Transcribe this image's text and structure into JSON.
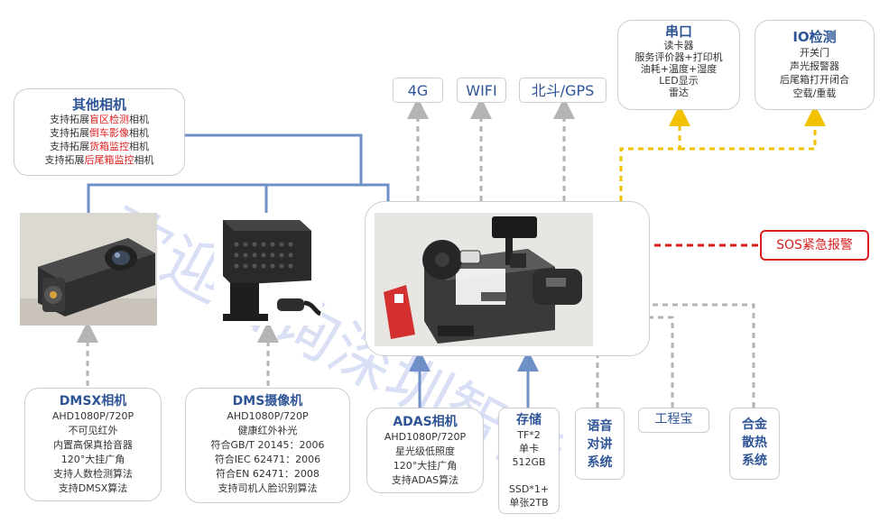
{
  "other_cameras": {
    "title": "其他相机",
    "lines": [
      {
        "pre": "支持拓展",
        "hl": "盲区检测",
        "post": "相机"
      },
      {
        "pre": "支持拓展",
        "hl": "倒车影像",
        "post": "相机"
      },
      {
        "pre": "支持拓展",
        "hl": "货箱监控",
        "post": "相机"
      },
      {
        "pre": "支持拓展",
        "hl": "后尾箱监控",
        "post": "相机"
      }
    ]
  },
  "top_boxes": {
    "g4": "4G",
    "wifi": "WIFI",
    "gps": "北斗/GPS"
  },
  "serial": {
    "title": "串口",
    "lines": [
      "读卡器",
      "服务评价器+打印机",
      "油耗+温度+湿度",
      "LED显示",
      "雷达"
    ]
  },
  "io": {
    "title": "IO检测",
    "lines": [
      "开关门",
      "声光报警器",
      "后尾箱打开闭合",
      "空载/重载"
    ]
  },
  "sos": "SOS紧急报警",
  "dmsx": {
    "title": "DMSX相机",
    "lines": [
      "AHD1080P/720P",
      "不可见红外",
      "内置高保真拾音器",
      "120°大挂广角",
      "支持人数检测算法",
      "支持DMSX算法"
    ]
  },
  "dms": {
    "title": "DMS摄像机",
    "lines": [
      "AHD1080P/720P",
      "健康红外补光",
      "符合GB/T 20145：2006",
      "符合IEC 62471：2006",
      "符合EN 62471：2008",
      "支持司机人脸识别算法"
    ]
  },
  "adas": {
    "title": "ADAS相机",
    "lines": [
      "AHD1080P/720P",
      "星光级低照度",
      "120°大挂广角",
      "支持ADAS算法"
    ]
  },
  "storage": {
    "title": "存储",
    "lines": [
      "TF*2",
      "单卡",
      "512GB",
      "",
      "SSD*1+",
      "单张2TB"
    ]
  },
  "voice": "语音对讲系统",
  "gcb": "工程宝",
  "alloy": "合金散热系统",
  "watermark": "欢迎咨询深圳智能",
  "colors": {
    "accent": "#2f5597",
    "line_blue": "#6f8fc7",
    "dash_gray": "#b4b4b4",
    "dash_yellow": "#f2c200",
    "sos_red": "#d81e1e"
  }
}
